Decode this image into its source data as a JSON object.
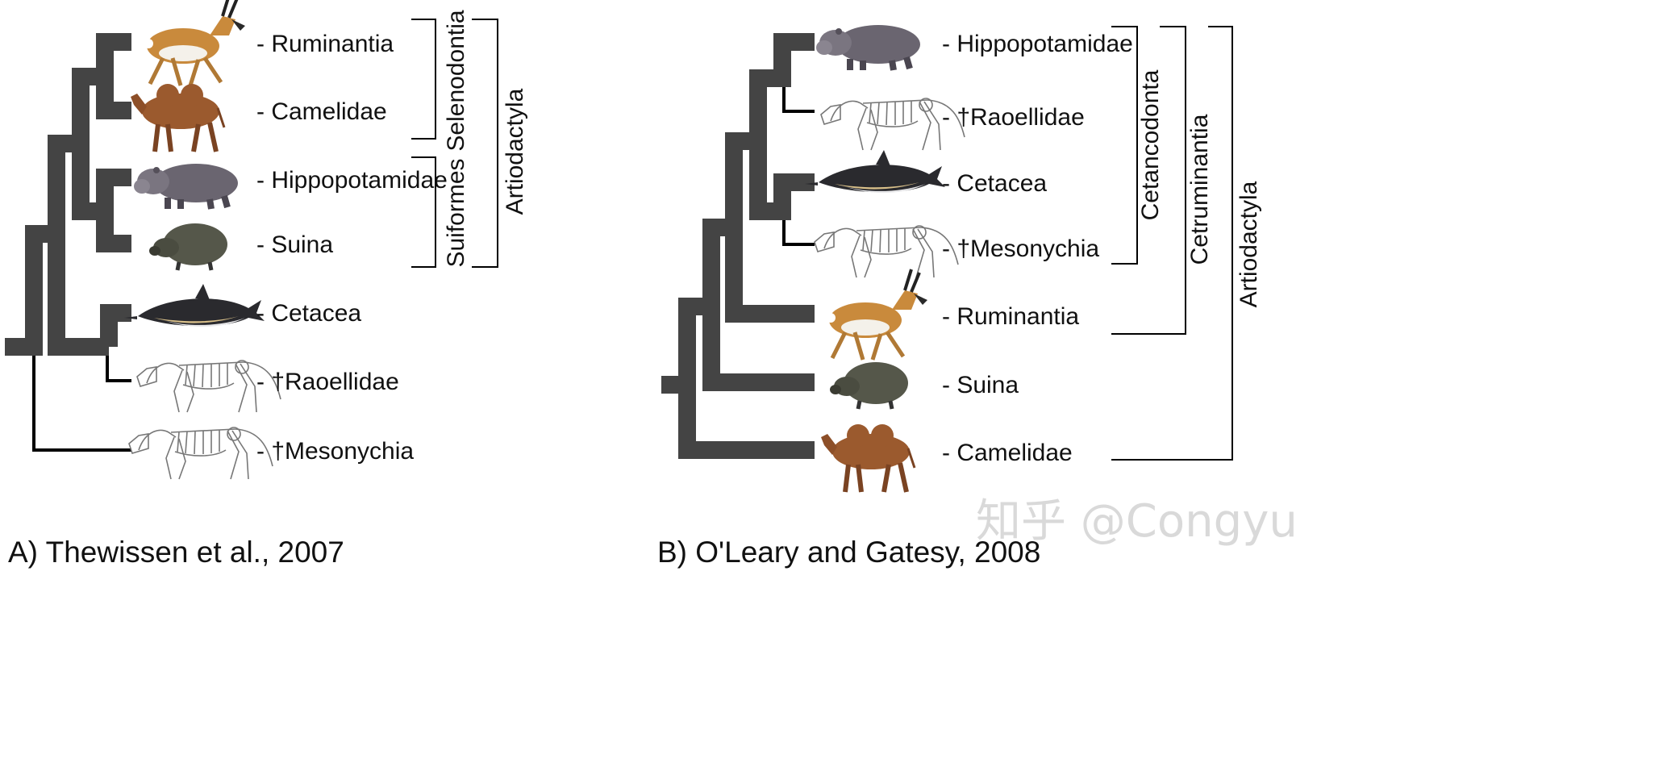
{
  "panel_a": {
    "caption": "A)  Thewissen et al., 2007",
    "taxa": [
      {
        "label": "- Ruminantia",
        "icon": "antelope-icon"
      },
      {
        "label": "- Camelidae",
        "icon": "camel-icon"
      },
      {
        "label": "- Hippopotamidae",
        "icon": "hippo-icon"
      },
      {
        "label": "- Suina",
        "icon": "peccary-icon"
      },
      {
        "label": "- Cetacea",
        "icon": "dolphin-icon"
      },
      {
        "label": "- †Raoellidae",
        "icon": "skeleton-icon"
      },
      {
        "label": "- †Mesonychia",
        "icon": "skeleton-icon"
      }
    ],
    "clades": [
      "Selenodontia",
      "Suiformes",
      "Artiodactyla"
    ]
  },
  "panel_b": {
    "caption": "B)  O'Leary and Gatesy, 2008",
    "taxa": [
      {
        "label": "- Hippopotamidae",
        "icon": "hippo-icon"
      },
      {
        "label": "- †Raoellidae",
        "icon": "skeleton-icon"
      },
      {
        "label": "- Cetacea",
        "icon": "dolphin-icon"
      },
      {
        "label": "- †Mesonychia",
        "icon": "skeleton-icon"
      },
      {
        "label": "- Ruminantia",
        "icon": "antelope-icon"
      },
      {
        "label": "- Suina",
        "icon": "peccary-icon"
      },
      {
        "label": "- Camelidae",
        "icon": "camel-icon"
      }
    ],
    "clades": [
      "Cetancodonta",
      "Cetruminantia",
      "Artiodactyla"
    ]
  },
  "watermark": "知乎 @Congyu",
  "colors": {
    "branch": "#444444",
    "fossil_branch": "#000000",
    "text": "#111111"
  }
}
